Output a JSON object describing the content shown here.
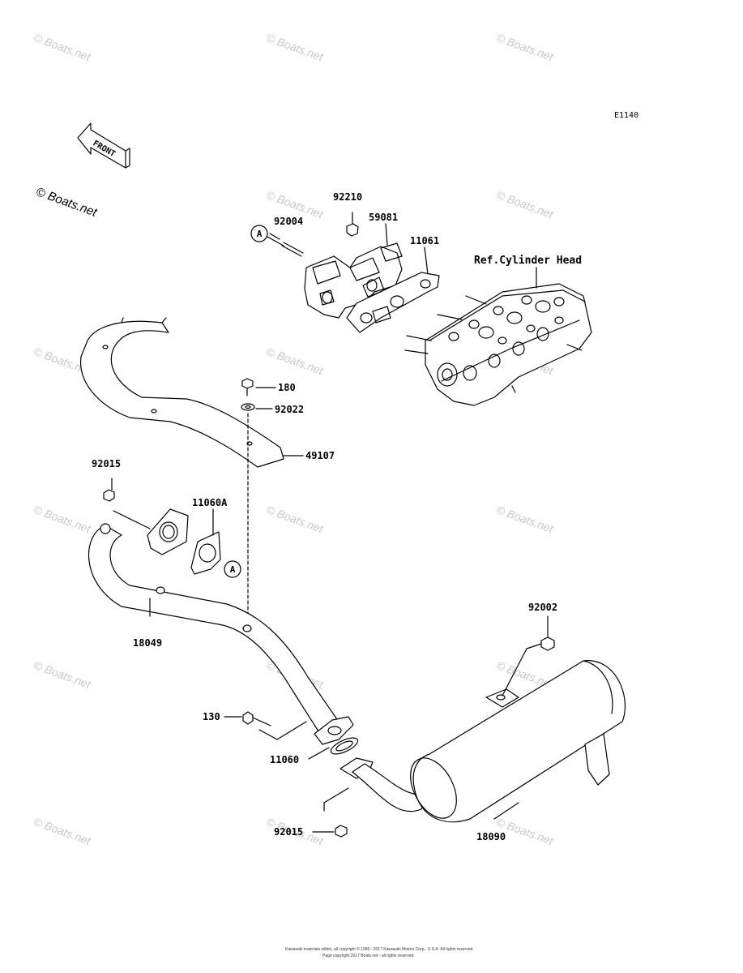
{
  "diagram": {
    "code": "E1140",
    "front_label": "FRONT",
    "brand_mark": "© Boats.net",
    "watermark_text": "© Boats.net",
    "ref_label": "Ref.Cylinder Head",
    "callout_letter": "A",
    "parts": [
      {
        "id": "p92210",
        "number": "92210"
      },
      {
        "id": "p92004",
        "number": "92004"
      },
      {
        "id": "p59081",
        "number": "59081"
      },
      {
        "id": "p11061",
        "number": "11061"
      },
      {
        "id": "p180",
        "number": "180"
      },
      {
        "id": "p92022",
        "number": "92022"
      },
      {
        "id": "p49107",
        "number": "49107"
      },
      {
        "id": "p92015a",
        "number": "92015"
      },
      {
        "id": "p11060A",
        "number": "11060A"
      },
      {
        "id": "p18049",
        "number": "18049"
      },
      {
        "id": "p92002",
        "number": "92002"
      },
      {
        "id": "p130",
        "number": "130"
      },
      {
        "id": "p11060",
        "number": "11060"
      },
      {
        "id": "p92015b",
        "number": "92015"
      },
      {
        "id": "p18090",
        "number": "18090"
      }
    ],
    "footer_line1": "Kawasaki materials within, all copyright © 1995 - 2017 Kawasaki Motors Corp., U.S.A. All rights reserved.",
    "footer_line2": "Page copyright 2017 Boats.net - all rights reserved"
  },
  "colors": {
    "line": "#000000",
    "watermark": "#c8c8c8"
  }
}
